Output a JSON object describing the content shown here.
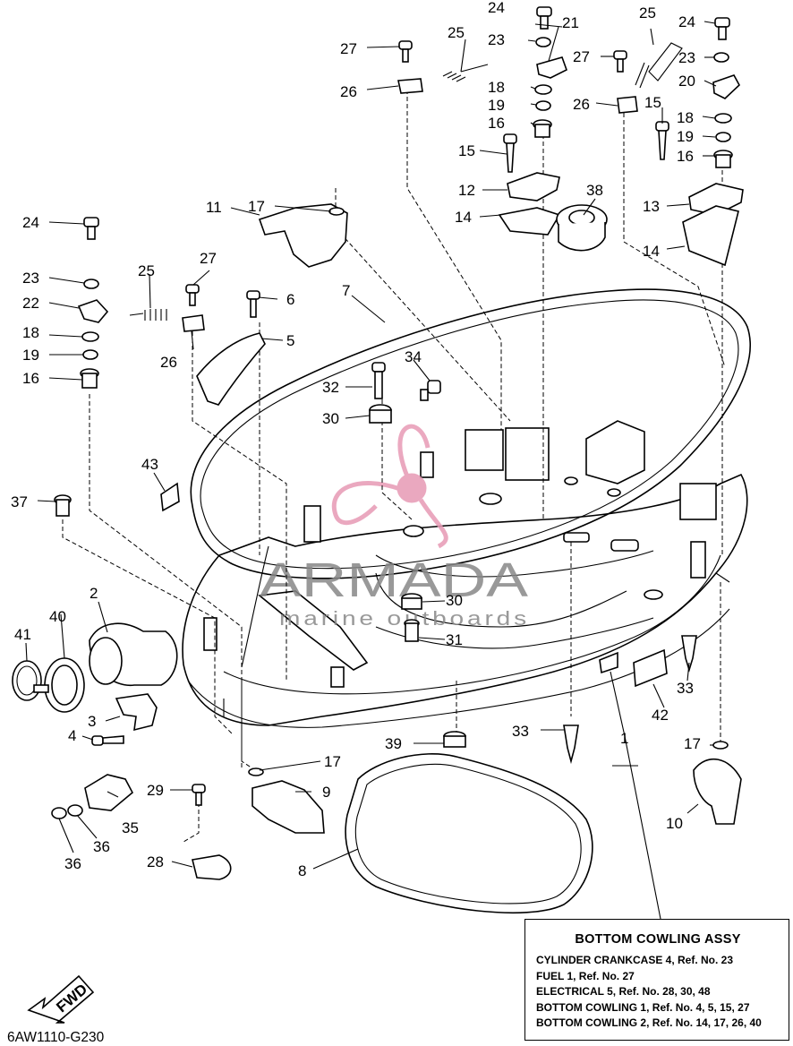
{
  "diagram_code": "6AW1110-G230",
  "fwd_label": "FWD",
  "watermark": {
    "brand": "ARMADA",
    "tagline": "marine outboards",
    "brand_color": "#e79ab5"
  },
  "legend": {
    "title": "BOTTOM COWLING ASSY",
    "rows": [
      "CYLINDER CRANKCASE 4,  Ref. No. 23",
      "FUEL 1,  Ref. No. 27",
      "ELECTRICAL 5,  Ref. No. 28, 30, 48",
      "BOTTOM COWLING 1,  Ref. No. 4, 5, 15, 27",
      "BOTTOM COWLING 2,  Ref. No. 14, 17, 26, 40"
    ]
  },
  "callouts": [
    "1",
    "2",
    "3",
    "4",
    "5",
    "6",
    "7",
    "8",
    "9",
    "10",
    "11",
    "12",
    "13",
    "14",
    "14",
    "15",
    "15",
    "16",
    "16",
    "16",
    "17",
    "17",
    "17",
    "18",
    "18",
    "18",
    "19",
    "19",
    "19",
    "20",
    "21",
    "22",
    "23",
    "23",
    "23",
    "24",
    "24",
    "24",
    "25",
    "25",
    "25",
    "26",
    "26",
    "26",
    "27",
    "27",
    "27",
    "28",
    "29",
    "30",
    "30",
    "31",
    "32",
    "33",
    "33",
    "34",
    "35",
    "36",
    "36",
    "37",
    "38",
    "39",
    "40",
    "41",
    "42",
    "43"
  ]
}
